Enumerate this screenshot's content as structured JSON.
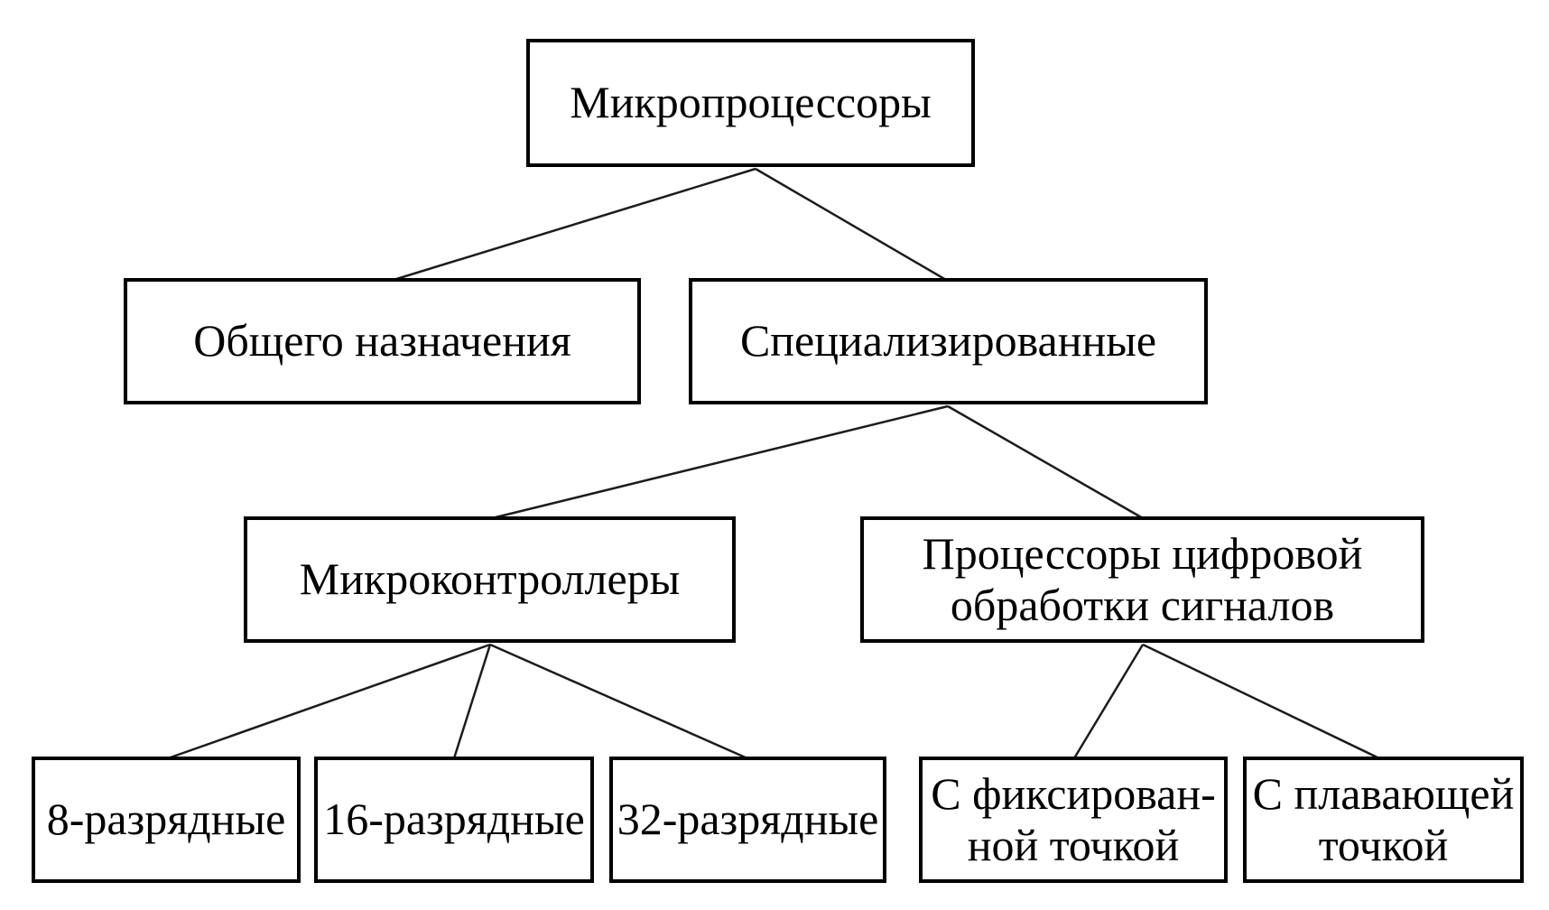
{
  "nodes": {
    "root": {
      "label": "Микропроцессоры"
    },
    "general_purpose": {
      "label": "Общего назначения"
    },
    "specialized": {
      "label": "Специализированные"
    },
    "microcontrollers": {
      "label": "Микроконтроллеры"
    },
    "dsp": {
      "label": "Процессоры цифровой обработки сигналов",
      "line1": "Процессоры цифровой",
      "line2": "обработки сигналов"
    },
    "bit8": {
      "label": "8-разрядные"
    },
    "bit16": {
      "label": "16-разрядные"
    },
    "bit32": {
      "label": "32-разрядные"
    },
    "fixed_point": {
      "label": "С фиксирован-ной точкой",
      "line1": "С фиксирован-",
      "line2": "ной точкой"
    },
    "floating_point": {
      "label": "С плавающей точкой",
      "line1": "С плавающей",
      "line2": "точкой"
    }
  },
  "hierarchy": [
    {
      "parent": "Микропроцессоры",
      "children": [
        "Общего назначения",
        "Специализированные"
      ]
    },
    {
      "parent": "Специализированные",
      "children": [
        "Микроконтроллеры",
        "Процессоры цифровой обработки сигналов"
      ]
    },
    {
      "parent": "Микроконтроллеры",
      "children": [
        "8-разрядные",
        "16-разрядные",
        "32-разрядные"
      ]
    },
    {
      "parent": "Процессоры цифровой обработки сигналов",
      "children": [
        "С фиксирован-ной точкой",
        "С плавающей точкой"
      ]
    }
  ],
  "colors": {
    "background": "#ffffff",
    "box_border": "#000000",
    "connector_line": "#1c1c1c",
    "text": "#000000"
  }
}
